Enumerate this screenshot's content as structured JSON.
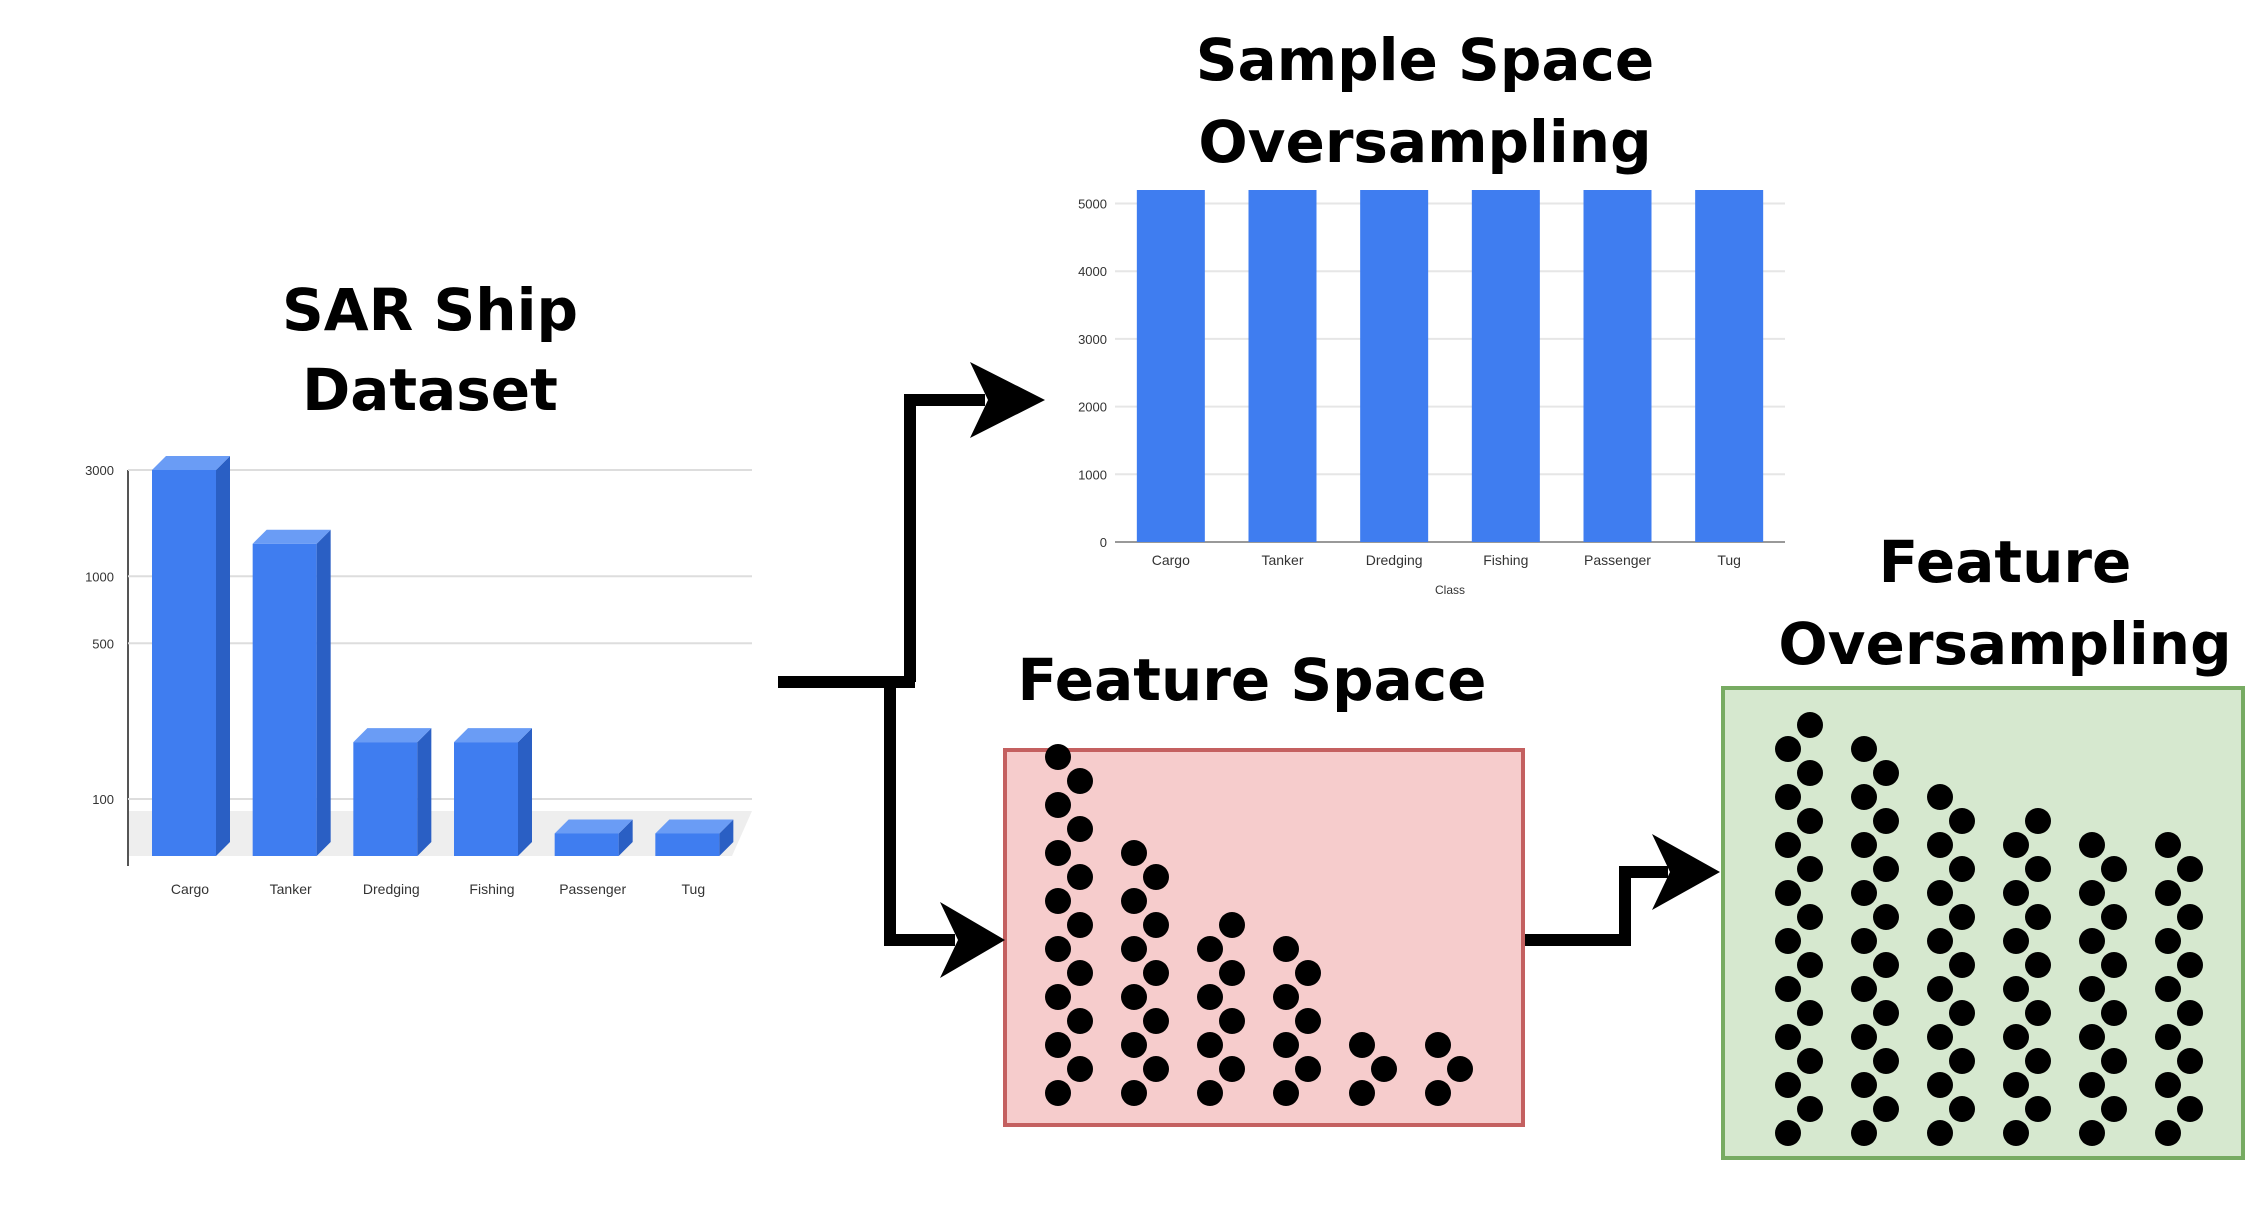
{
  "titles": {
    "dataset": [
      "SAR Ship",
      "Dataset"
    ],
    "sample_space": [
      "Sample Space",
      "Oversampling"
    ],
    "feature_space": "Feature Space",
    "feature_oversampling": [
      "Feature",
      "Oversampling"
    ]
  },
  "colors": {
    "bar": "#3f7df0",
    "bar_side": "#2a5fc4",
    "feature_space_fill": "#f6cccc",
    "feature_space_border": "#c46060",
    "feature_oversampling_fill": "#d6e8cf",
    "feature_oversampling_border": "#77ab62",
    "dot": "#000000",
    "arrow": "#000000"
  },
  "chart_data": [
    {
      "type": "bar",
      "scale": "log",
      "categories": [
        "Cargo",
        "Tanker",
        "Dredging",
        "Fishing",
        "Passenger",
        "Tug"
      ],
      "values": [
        3000,
        1400,
        180,
        180,
        70,
        70
      ],
      "data_labels": [
        "",
        "",
        "",
        "",
        "",
        ""
      ],
      "ylabel": "",
      "yticks": [
        "3000",
        "1000",
        "500",
        "100"
      ],
      "ytick_values": [
        3000,
        1000,
        500,
        100
      ],
      "ylim": [
        50,
        3000
      ],
      "style": "3d"
    },
    {
      "type": "bar",
      "categories": [
        "Cargo",
        "Tanker",
        "Dredging",
        "Fishing",
        "Passenger",
        "Tug"
      ],
      "values": [
        5200,
        5200,
        5200,
        5200,
        5200,
        5200
      ],
      "xlabel": "Class",
      "yticks": [
        "0",
        "1000",
        "2000",
        "3000",
        "4000",
        "5000"
      ],
      "ytick_values": [
        0,
        1000,
        2000,
        3000,
        4000,
        5000
      ],
      "ylim": [
        0,
        5200
      ],
      "grid": true
    }
  ],
  "feature_space": {
    "dots_per_column": [
      15,
      11,
      8,
      7,
      3,
      3
    ]
  },
  "feature_oversampling": {
    "dots_per_column": [
      18,
      17,
      15,
      14,
      13,
      13
    ]
  }
}
